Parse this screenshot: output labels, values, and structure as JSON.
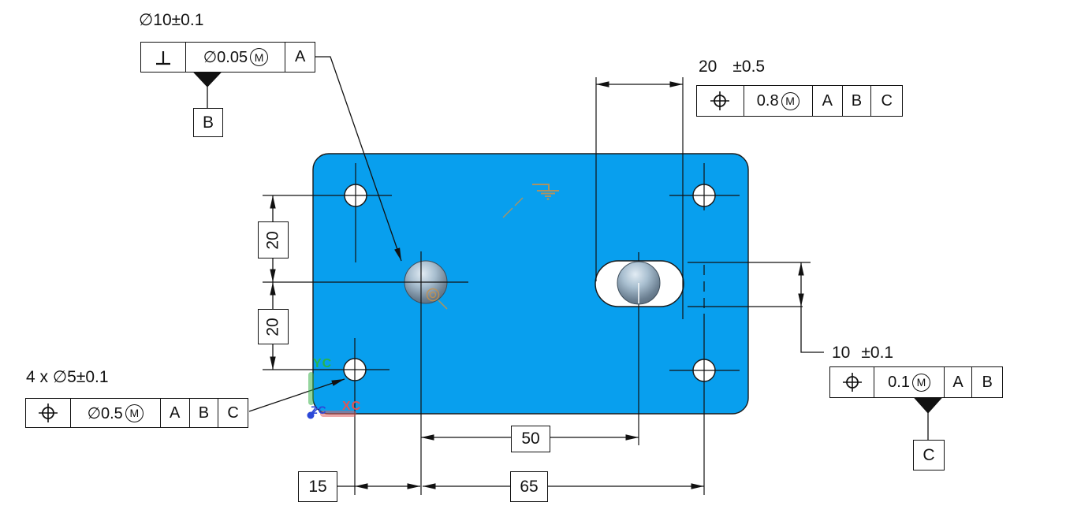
{
  "drawing": {
    "hole_callout": {
      "label": "∅10±0.1",
      "datum": "B"
    },
    "fcf_perpendicularity": {
      "symbol": "perpendicularity",
      "tolerance": "∅0.05",
      "modifier": "M",
      "datum_1": "A"
    },
    "slot_length": {
      "value": "20",
      "tolerance": "±0.5"
    },
    "fcf_slot_length_position": {
      "symbol": "position",
      "tolerance": "0.8",
      "modifier": "M",
      "datum_1": "A",
      "datum_2": "B",
      "datum_3": "C"
    },
    "slot_width": {
      "value": "10",
      "tolerance": "±0.1",
      "datum": "C"
    },
    "fcf_slot_width_position": {
      "symbol": "position",
      "tolerance": "0.1",
      "modifier": "M",
      "datum_1": "A",
      "datum_2": "B"
    },
    "pattern_callout": {
      "label": "4 x ∅5±0.1"
    },
    "fcf_pattern_position": {
      "symbol": "position",
      "tolerance": "∅0.5",
      "modifier": "M",
      "datum_1": "A",
      "datum_2": "B",
      "datum_3": "C"
    },
    "dimensions": {
      "vertical_upper": "20",
      "vertical_lower": "20",
      "horizontal_inner": "50",
      "horizontal_offset": "15",
      "horizontal_outer": "65"
    },
    "csys": {
      "x_axis": "XC",
      "y_axis": "YC",
      "z_axis": "ZC"
    },
    "colors": {
      "plate_fill": "#089FEE",
      "csys_x": "#E05555",
      "csys_y": "#27B44B",
      "csys_z": "#2B48D8",
      "constraint_orange": "#C8924A"
    }
  }
}
